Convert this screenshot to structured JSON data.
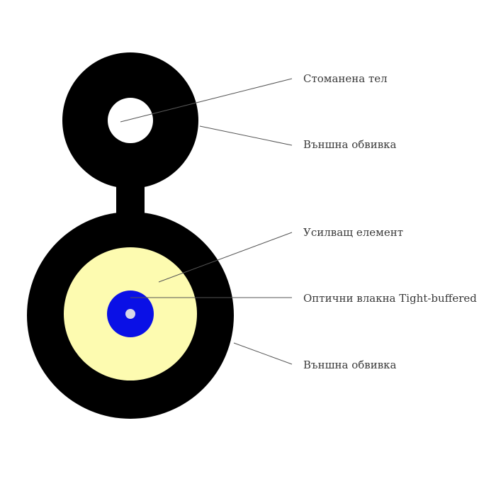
{
  "diagram": {
    "labels": {
      "steel_wire": "Стоманена тел",
      "outer_sheath_top": "Външна обвивка",
      "strength_member": "Усилващ елемент",
      "optical_fibers": "Оптични влакна Tight-buffered",
      "outer_sheath_bottom": "Външна обвивка"
    },
    "colors": {
      "sheath": "#000000",
      "steel_wire": "#ffffff",
      "strength_member": "#fdfbb0",
      "tight_buffer": "#0a10e6",
      "fiber_core": "#d8d8e8",
      "leader_line": "#555555",
      "label_text": "#3a3a3a"
    }
  }
}
